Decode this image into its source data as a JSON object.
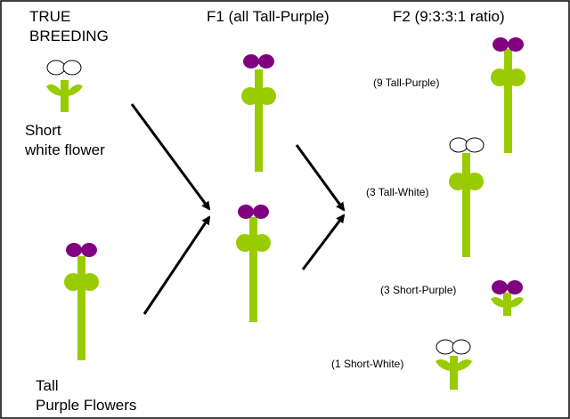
{
  "header": {
    "true_breeding_line1": "TRUE",
    "true_breeding_line2": "BREEDING",
    "f1_title": "F1 (all Tall-Purple)",
    "f2_title": "F2 (9:3:3:1 ratio)"
  },
  "parents": {
    "short_white_line1": "Short",
    "short_white_line2": "white flower",
    "tall_purple_line1": "Tall",
    "tall_purple_line2": "Purple Flowers"
  },
  "f2_labels": {
    "tall_purple": "(9 Tall-Purple)",
    "tall_white": "(3 Tall-White)",
    "short_purple": "(3 Short-Purple)",
    "short_white": "(1 Short-White)"
  },
  "colors": {
    "stem": "#99cc00",
    "petal_purple": "#800080",
    "petal_white": "#ffffff",
    "outline": "#000000",
    "arrow": "#000000"
  }
}
